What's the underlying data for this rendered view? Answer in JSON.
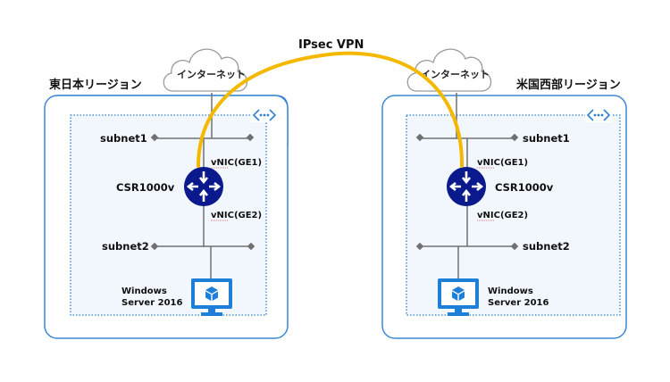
{
  "vpn": {
    "label": "IPsec VPN",
    "color": "#f5b800"
  },
  "colors": {
    "region_border": "#3a87d6",
    "vnet_border": "#2f7fd0",
    "vnet_fill": "#f1f7fd",
    "router_fill": "#0a1a8c",
    "vm_blue": "#1e7fd8",
    "line_gray": "#707070"
  },
  "regions": [
    {
      "name": "東日本リージョン",
      "internet_label": "インターネット",
      "subnet1": "subnet1",
      "subnet2": "subnet2",
      "router_label": "CSR1000v",
      "nic1": "vNIC(GE1)",
      "nic2": "vNIC(GE2)",
      "vm_line1": "Windows",
      "vm_line2": "Server 2016",
      "vnet_icon": "virtual-network-icon"
    },
    {
      "name": "米国西部リージョン",
      "internet_label": "インターネット",
      "subnet1": "subnet1",
      "subnet2": "subnet2",
      "router_label": "CSR1000v",
      "nic1": "vNIC(GE1)",
      "nic2": "vNIC(GE2)",
      "vm_line1": "Windows",
      "vm_line2": "Server 2016",
      "vnet_icon": "virtual-network-icon"
    }
  ]
}
